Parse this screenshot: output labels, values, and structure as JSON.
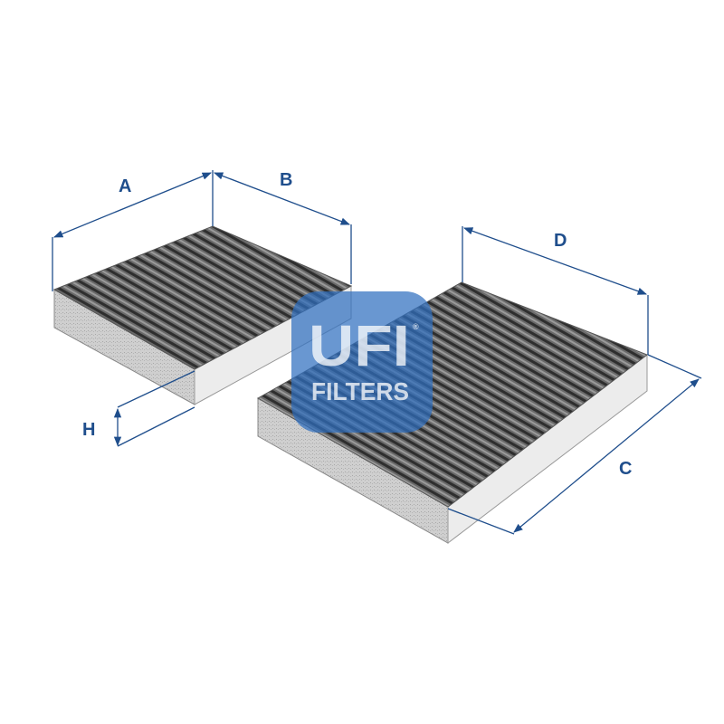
{
  "colors": {
    "dimension": "#1f4e8c",
    "logo": "#2f6fbf",
    "filter_media": "#4a4a4a",
    "filter_frame": "#d8d8d8"
  },
  "dimensions": {
    "a": "A",
    "b": "B",
    "c": "C",
    "d": "D",
    "h": "H"
  },
  "logo": {
    "line1": "UFI",
    "line2": "FILTERS",
    "mark": "®"
  }
}
